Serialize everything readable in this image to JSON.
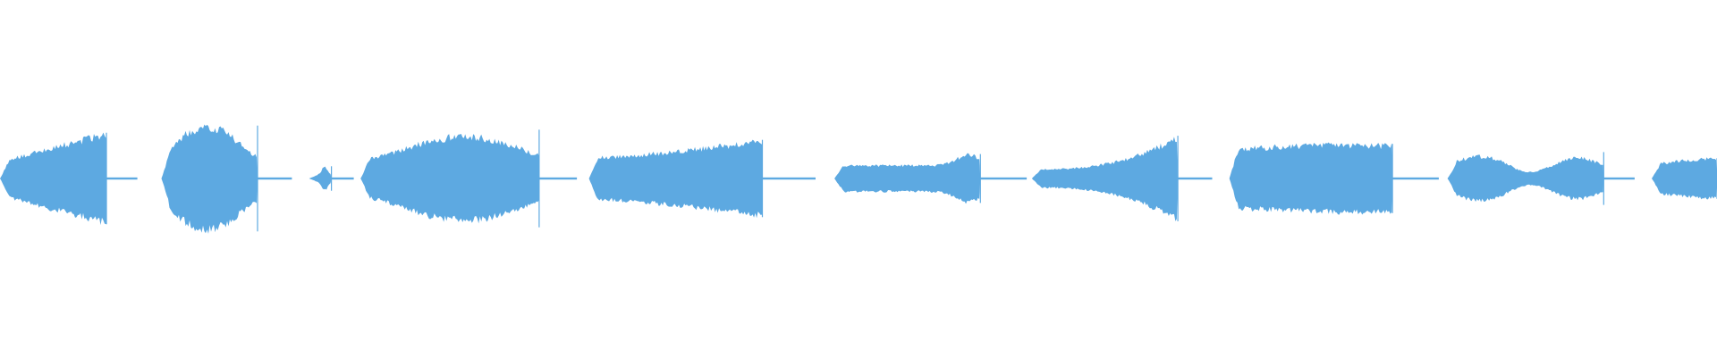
{
  "waveform": {
    "color": "#5DA9E1",
    "background": "#FFFFFF",
    "segments": [
      {
        "index": 1,
        "shape": "rise-then-cut",
        "start": 0.0,
        "end": 0.062,
        "peak": 0.45,
        "tail_end": 0.08
      },
      {
        "index": 2,
        "shape": "swell-peak-mid",
        "start": 0.094,
        "end": 0.15,
        "peak": 0.52,
        "tail_end": 0.17
      },
      {
        "index": 3,
        "shape": "small-blip",
        "start": 0.18,
        "end": 0.193,
        "peak": 0.12,
        "tail_end": 0.206
      },
      {
        "index": 4,
        "shape": "slow-swell-late-peak",
        "start": 0.21,
        "end": 0.314,
        "peak": 0.48,
        "tail_end": 0.336
      },
      {
        "index": 5,
        "shape": "plateau-rising",
        "start": 0.343,
        "end": 0.444,
        "peak": 0.38,
        "tail_end": 0.475
      },
      {
        "index": 6,
        "shape": "flat-then-bump",
        "start": 0.486,
        "end": 0.571,
        "peak": 0.24,
        "tail_end": 0.598
      },
      {
        "index": 7,
        "shape": "low-then-late-spike",
        "start": 0.601,
        "end": 0.686,
        "peak": 0.42,
        "tail_end": 0.706
      },
      {
        "index": 8,
        "shape": "front-heavy-plateau",
        "start": 0.716,
        "end": 0.811,
        "peak": 0.34,
        "tail_end": 0.838
      },
      {
        "index": 9,
        "shape": "undulating",
        "start": 0.843,
        "end": 0.934,
        "peak": 0.26,
        "tail_end": 0.952
      },
      {
        "index": 10,
        "shape": "flat-cut-edge",
        "start": 0.962,
        "end": 1.0,
        "peak": 0.2,
        "tail_end": 1.0
      }
    ]
  }
}
